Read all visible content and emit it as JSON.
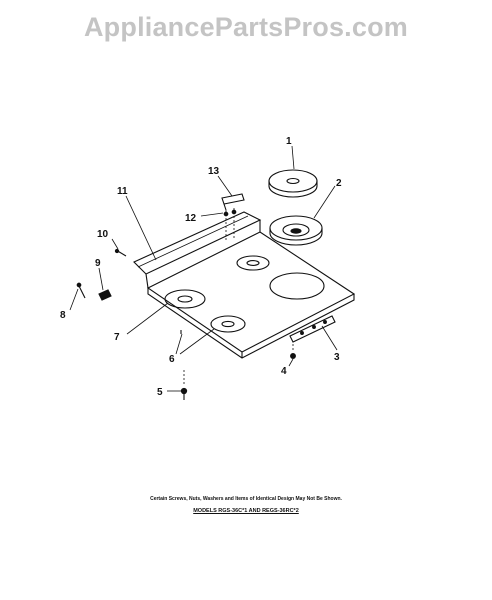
{
  "watermark": "AppliancePartsPros.com",
  "callouts": [
    {
      "id": "1",
      "label": "1"
    },
    {
      "id": "2",
      "label": "2"
    },
    {
      "id": "3",
      "label": "3"
    },
    {
      "id": "4",
      "label": "4"
    },
    {
      "id": "5",
      "label": "5"
    },
    {
      "id": "6",
      "label": "6"
    },
    {
      "id": "7",
      "label": "7"
    },
    {
      "id": "8",
      "label": "8"
    },
    {
      "id": "9",
      "label": "9"
    },
    {
      "id": "10",
      "label": "10"
    },
    {
      "id": "11",
      "label": "11"
    },
    {
      "id": "12",
      "label": "12"
    },
    {
      "id": "13",
      "label": "13"
    }
  ],
  "notes": {
    "disclaimer": "Certain Screws, Nuts, Washers and Items of Identical Design May Not Be Shown.",
    "models": "MODELS RGS-36C*1 AND REGS-36RC*2"
  }
}
